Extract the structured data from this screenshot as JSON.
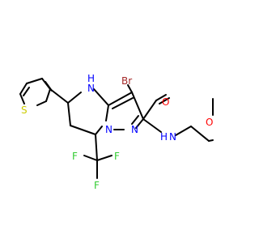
{
  "structure": {
    "atoms": {
      "br": {
        "text": "Br",
        "color": "#a52a2a"
      },
      "o_carbonyl": {
        "text": "O",
        "color": "#ff0000"
      },
      "nh_ring": {
        "text": "H",
        "color": "#0000ff"
      },
      "n_ring": {
        "text": "N",
        "color": "#0000ff"
      },
      "n_pyrazole1": {
        "text": "N",
        "color": "#0000ff"
      },
      "n_pyrazole2": {
        "text": "N",
        "color": "#0000ff"
      },
      "nh_amide": {
        "text": "H",
        "color": "#0000ff"
      },
      "n_amide": {
        "text": "N",
        "color": "#0000ff"
      },
      "o_methoxy": {
        "text": "O",
        "color": "#ff0000"
      },
      "s_thiophene": {
        "text": "S",
        "color": "#cccc00"
      },
      "f1": {
        "text": "F",
        "color": "#33cc33"
      },
      "f2": {
        "text": "F",
        "color": "#33cc33"
      },
      "f3": {
        "text": "F",
        "color": "#33cc33"
      }
    },
    "bond_color": "#000000"
  }
}
